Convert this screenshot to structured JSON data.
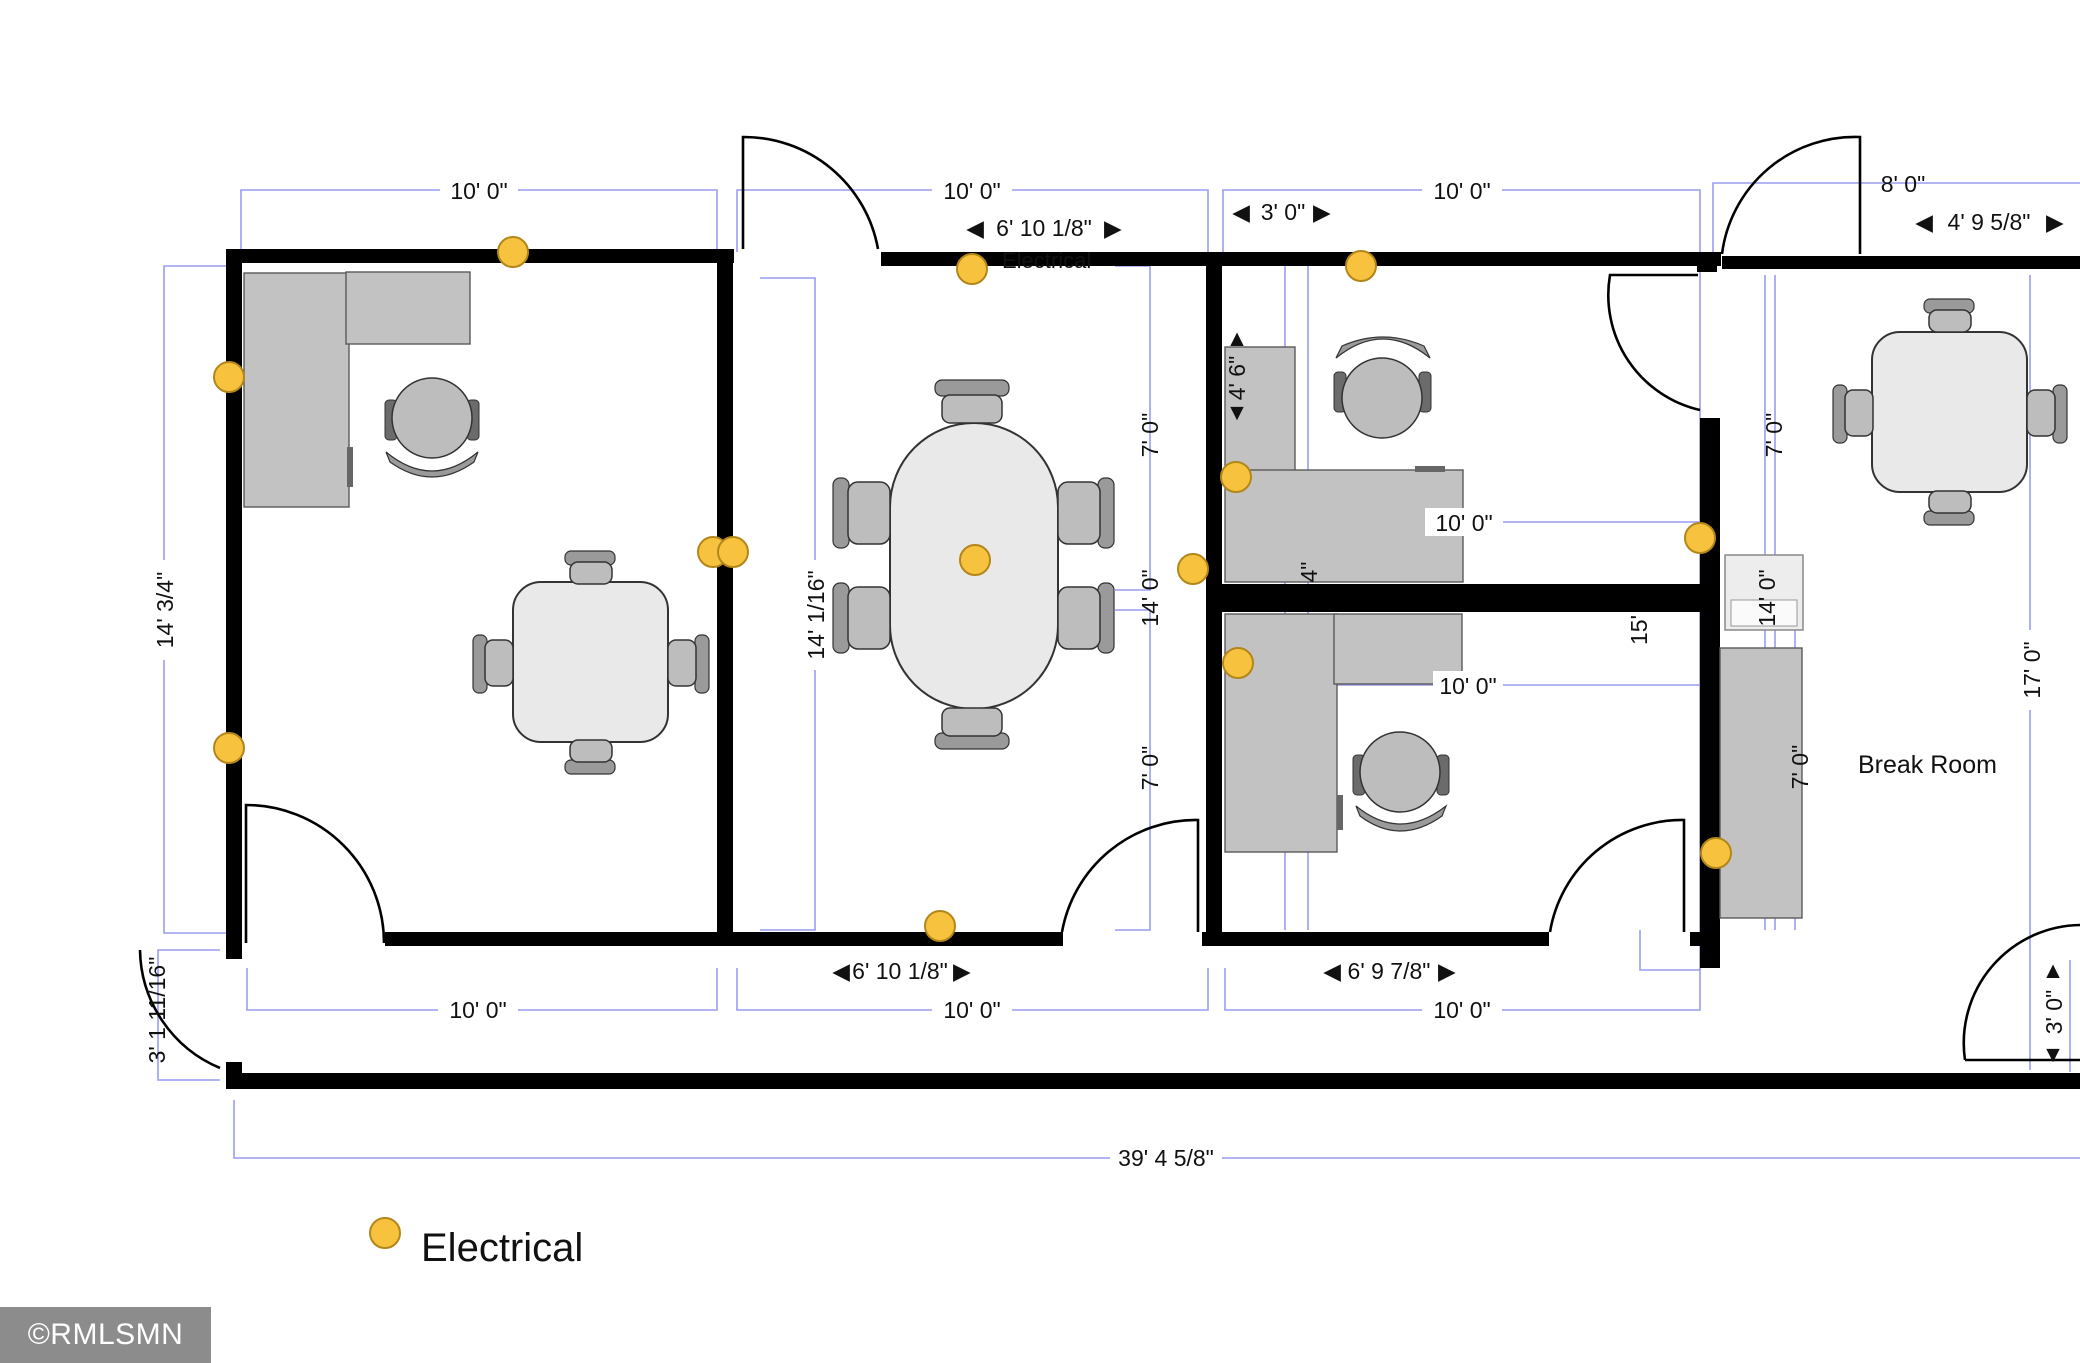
{
  "legend": {
    "label": "Electrical",
    "color": "#f7c33f"
  },
  "watermark": "©RMLSMN",
  "rooms": {
    "break_room": "Break Room"
  },
  "dimensions": {
    "top_office1_width": "10' 0\"",
    "top_conference_width": "10' 0\"",
    "top_offices_width": "10' 0\"",
    "top_break_width": "8' 0\"",
    "conference_door_offset_top": "6' 10 1/8\"",
    "offices_door_width_top": "3' 0\"",
    "break_door_offset": "4' 9 5/8\"",
    "office1_height": "14' 3/4\"",
    "conference_height": "14' 1/16\"",
    "conference_upper_half": "7' 0\"",
    "conference_lower_half": "7' 0\"",
    "conference_total": "14' 0\"",
    "office_upper_door": "4' 6\"",
    "office_upper_width": "10' 0\"",
    "office_lower_width": "10' 0\"",
    "offices_wall_mark": "4\"",
    "offices_total_height": "15'",
    "break_upper": "7' 0\"",
    "break_total": "14' 0\"",
    "break_lower": "7' 0\"",
    "break_full_height": "17' 0\"",
    "break_side_door": "3' 0\"",
    "conference_door_offset_bottom": "6' 10 1/8\"",
    "office_lower_door_offset": "6' 9 7/8\"",
    "bottom_office1_width": "10' 0\"",
    "bottom_conference_width": "10' 0\"",
    "bottom_offices_width": "10' 0\"",
    "hallway_width": "3' 1 11/16\"",
    "overall_length": "39' 4 5/8\"",
    "partial_label": "Electrical"
  }
}
